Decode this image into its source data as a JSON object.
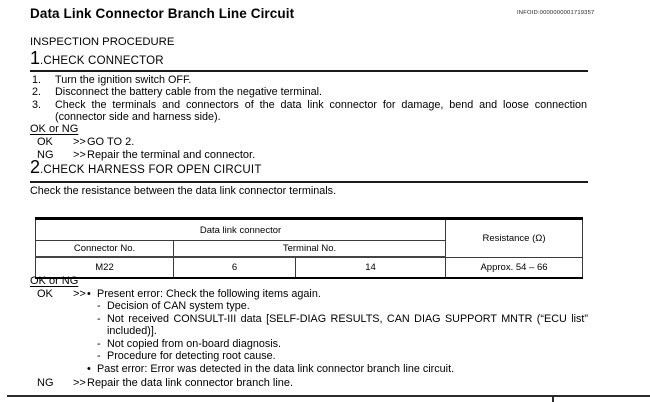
{
  "header": {
    "title": "Data Link Connector Branch Line Circuit",
    "infoid": "INFOID:0000000001719357"
  },
  "inspection_heading": "INSPECTION PROCEDURE",
  "step1": {
    "number": "1",
    "title": ".CHECK CONNECTOR",
    "items": [
      {
        "num": "1.",
        "text": "Turn the ignition switch OFF."
      },
      {
        "num": "2.",
        "text": "Disconnect the battery cable from the negative terminal."
      },
      {
        "num": "3.",
        "text": "Check the terminals and connectors of the data link connector for damage, bend and loose connection (connector side and harness side)."
      }
    ],
    "okng_label": "OK or NG",
    "results": [
      {
        "label": "OK",
        "arrow": ">>",
        "text": "GO TO 2."
      },
      {
        "label": "NG",
        "arrow": ">>",
        "text": "Repair the terminal and connector."
      }
    ]
  },
  "step2": {
    "number": "2",
    "title": ".CHECK HARNESS FOR OPEN CIRCUIT",
    "intro": "Check the resistance between the data link connector terminals.",
    "table": {
      "group_header": "Data link connector",
      "resistance_header": "Resistance (Ω)",
      "col_connector": "Connector No.",
      "col_terminal": "Terminal No.",
      "row": {
        "connector": "M22",
        "terminal1": "6",
        "terminal2": "14",
        "resistance": "Approx. 54 – 66"
      }
    },
    "okng_label": "OK or NG",
    "ok": {
      "label": "OK",
      "arrow": ">>",
      "bullets": [
        {
          "marker": "•",
          "text": "Present error: Check the following items again."
        },
        {
          "marker": "-",
          "text": "Decision of CAN system type."
        },
        {
          "marker": "-",
          "text": "Not received CONSULT-III data [SELF-DIAG RESULTS, CAN DIAG SUPPORT MNTR (“ECU list” included)]."
        },
        {
          "marker": "-",
          "text": "Not copied from on-board diagnosis."
        },
        {
          "marker": "-",
          "text": "Procedure for detecting root cause."
        },
        {
          "marker": "•",
          "text": "Past error: Error was detected in the data link connector branch line circuit."
        }
      ]
    },
    "ng": {
      "label": "NG",
      "arrow": ">>",
      "text": "Repair the data link connector branch line."
    }
  }
}
